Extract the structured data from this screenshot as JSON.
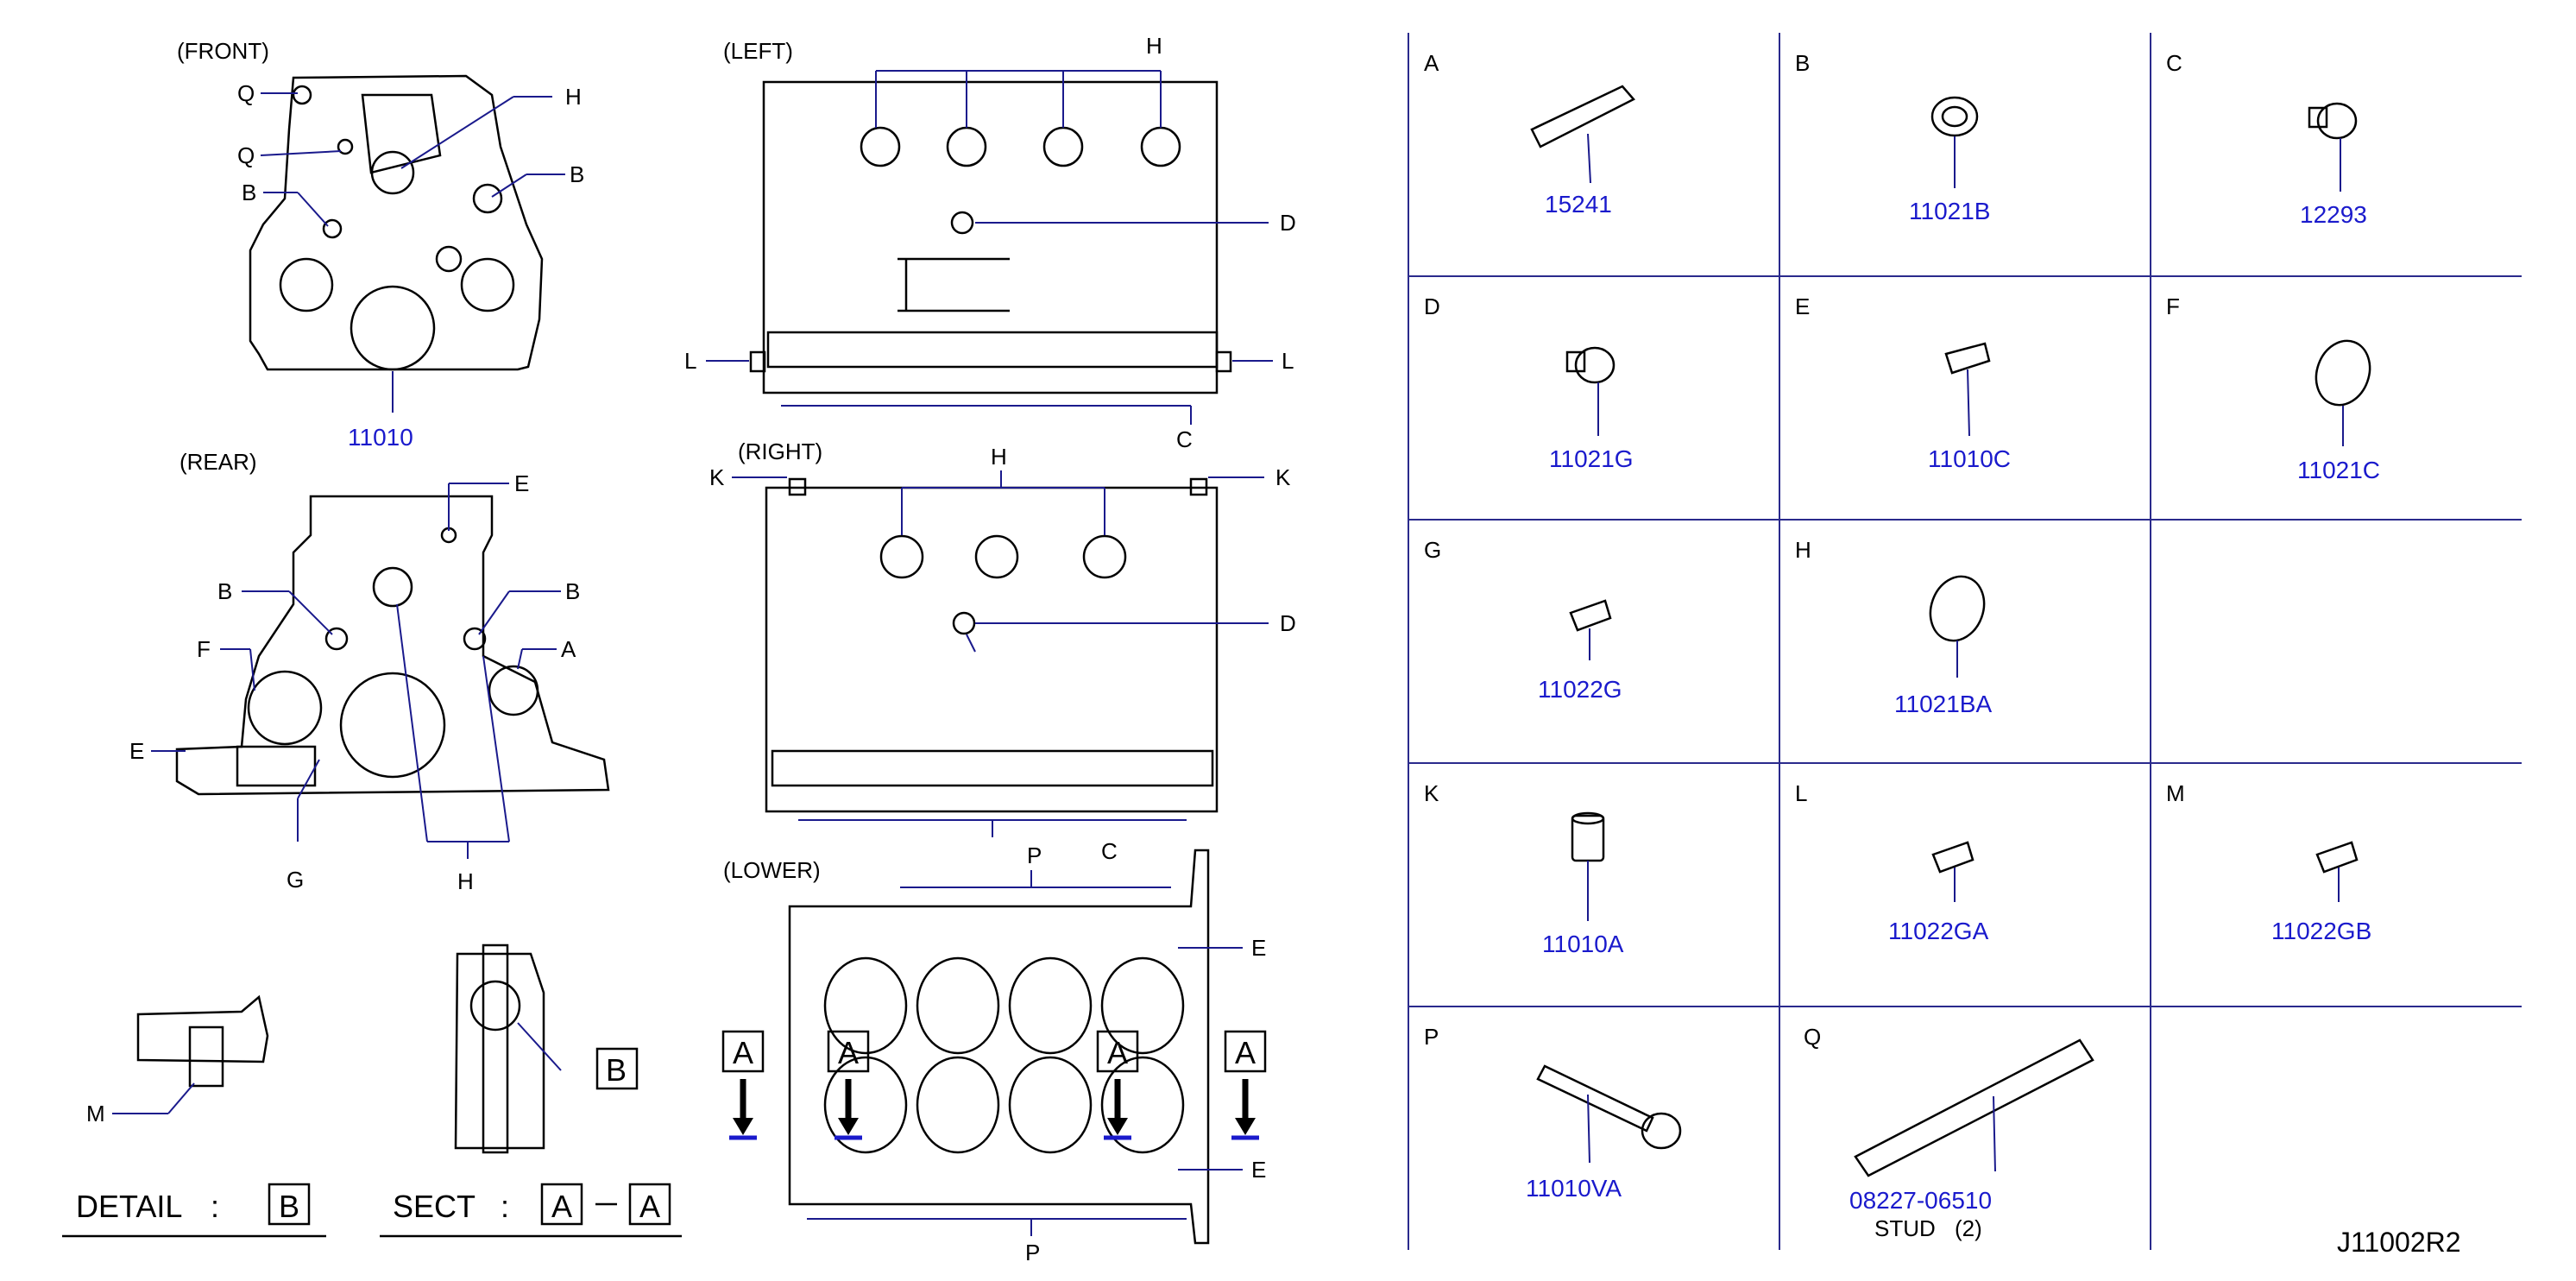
{
  "views": {
    "front": {
      "title": "(FRONT)",
      "part_number": "11010",
      "callouts": [
        "Q",
        "H",
        "Q",
        "B",
        "B"
      ]
    },
    "rear": {
      "title": "(REAR)",
      "callouts": [
        "E",
        "B",
        "B",
        "F",
        "A",
        "E",
        "G",
        "H"
      ]
    },
    "left": {
      "title": "(LEFT)",
      "callouts": [
        "H",
        "D",
        "L",
        "L",
        "C"
      ]
    },
    "right": {
      "title": "(RIGHT)",
      "callouts": [
        "K",
        "H",
        "K",
        "D",
        "C"
      ]
    },
    "lower": {
      "title": "(LOWER)",
      "callouts": [
        "P",
        "E",
        "E",
        "P"
      ],
      "section_marks": [
        "A",
        "A",
        "A",
        "A"
      ]
    },
    "detail_m": {
      "callout": "M"
    },
    "detail_b_view": {
      "callout": "B"
    }
  },
  "detail_caption": {
    "word": "DETAIL",
    "colon": ":",
    "box": "B"
  },
  "sect_caption": {
    "word": "SECT",
    "colon": ":",
    "box1": "A",
    "dash": "—",
    "box2": "A"
  },
  "parts_table": [
    {
      "letter": "A",
      "number": "15241"
    },
    {
      "letter": "B",
      "number": "11021B"
    },
    {
      "letter": "C",
      "number": "12293"
    },
    {
      "letter": "D",
      "number": "11021G"
    },
    {
      "letter": "E",
      "number": "11010C"
    },
    {
      "letter": "F",
      "number": "11021C"
    },
    {
      "letter": "G",
      "number": "11022G"
    },
    {
      "letter": "H",
      "number": "11021BA"
    },
    {
      "letter": "",
      "number": ""
    },
    {
      "letter": "K",
      "number": "11010A"
    },
    {
      "letter": "L",
      "number": "11022GA"
    },
    {
      "letter": "M",
      "number": "11022GB"
    },
    {
      "letter": "P",
      "number": "11010VA"
    },
    {
      "letter": "Q",
      "number": "08227-06510",
      "note": "STUD",
      "qty": "(2)"
    },
    {
      "letter": "",
      "number": ""
    }
  ],
  "drawing_id": "J11002R2",
  "colors": {
    "part_number": "#1a1acc",
    "leader_line": "#1a1a8c",
    "grid": "#2a2a8c"
  }
}
